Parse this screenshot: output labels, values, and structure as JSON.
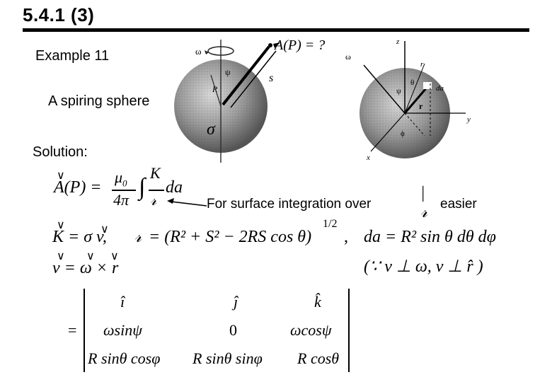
{
  "slide": {
    "title": "5.4.1 (3)",
    "example_label": "Example 11",
    "sphere_label": "A spiring sphere",
    "solution_label": "Solution:",
    "note_text": "For surface integration over",
    "note_tail": "easier"
  },
  "figure_left": {
    "omega": "ω",
    "psi": "ψ",
    "R": "R",
    "A_of_P": "A(P) = ?",
    "s": "s",
    "sigma": "σ"
  },
  "figure_right": {
    "z": "z",
    "omega": "ω",
    "psi": "ψ",
    "theta": "θ",
    "da": "da",
    "r": "r",
    "y": "y",
    "x": "x",
    "phi": "ϕ"
  },
  "equations": {
    "A_lhs": "A(P) =",
    "mu0": "μ",
    "mu_sub": "0",
    "four_pi": "4π",
    "K": "K",
    "da": "da",
    "K_def": "K = σ v,",
    "r_def": "= (R² + S² − 2RS cos θ)",
    "exponent": "1/2",
    "r_comma": ",",
    "da_def": "da = R² sin θ dθ dφ",
    "because": "(∵ v ⊥ ω,  v ⊥ r̂ )",
    "v_def": "v = ω × r"
  },
  "determinant": {
    "eq": "=",
    "row1": [
      "î",
      "ĵ",
      "k̂"
    ],
    "row2": [
      "ωsinψ",
      "0",
      "ωcosψ"
    ],
    "row3": [
      "R sinθ cosφ",
      "R sinθ sinφ",
      "R cosθ"
    ]
  }
}
